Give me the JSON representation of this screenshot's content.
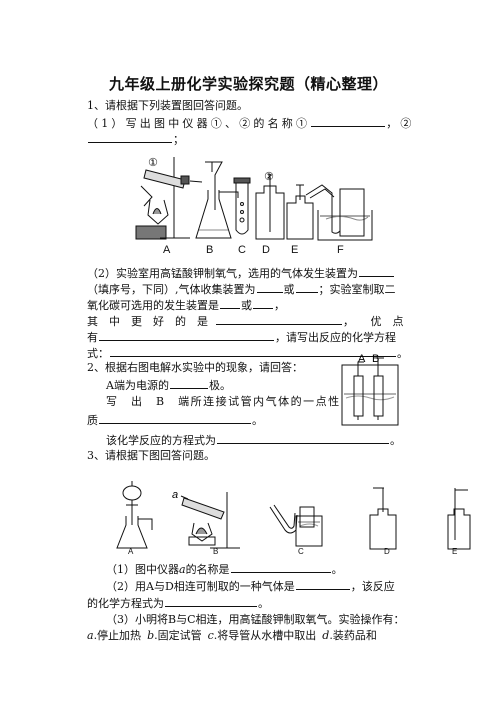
{
  "title": "九年级上册化学实验探究题（精心整理）",
  "q1": {
    "heading": "1、请根据下列装置图回答问题。",
    "p1_a": "（1）写出图中仪器①、②的名称①",
    "p1_b": "，②",
    "p1_c": "；",
    "fig_labels": [
      "A",
      "B",
      "C",
      "D",
      "E",
      "F"
    ],
    "marker1": "①",
    "marker2": "②",
    "p2_l1_a": "（2）实验室用高锰酸钾制氧气，选用的气体发生装置为",
    "p2_l2_a": "（填序号，下同）,气体收集装置为",
    "p2_l2_b": "或",
    "p2_l2_c": "；实验室制取二",
    "p2_l3_a": "氧化碳可选用的发生装置是",
    "p2_l3_b": "或",
    "p2_l3_c": "，",
    "p2_l4_a": "其　中　更　好　的　是",
    "p2_l4_b": "，　　优　点",
    "p2_l5_a": "有",
    "p2_l5_b": "，请写出反应的化学方程",
    "p2_l6_a": "式：",
    "p2_l6_b": "。"
  },
  "q2": {
    "heading": "2、根据右图电解水实验中的现象，请回答：",
    "l1_a": "A端为电源的",
    "l1_b": "极。",
    "l2": "写　出　B　端所连接试管内气体的一点性",
    "l3_a": "质",
    "l3_b": "。",
    "l4_a": "该化学反应的方程式为",
    "l4_b": "。",
    "fig_a": "A",
    "fig_b": "B"
  },
  "q3": {
    "heading": "3、请根据下图回答问题。",
    "fig_labels": [
      "A",
      "B",
      "C",
      "D",
      "E"
    ],
    "marker_a": "a",
    "l1_a": "（1）图中仪器",
    "l1_var": "a",
    "l1_b": "的名称是",
    "l1_c": "。",
    "l2_a": "（2）用A与D相连可制取的一种气体是",
    "l2_b": "，该反应",
    "l3_a": "的化学方程式为",
    "l3_b": "。",
    "l4": "（3）小明将B与C相连，用高锰酸钾制取氧气。实验操作有：",
    "l5_a": "a",
    "l5_b": ".停止加热",
    "l5_c": "b",
    "l5_d": ".固定试管",
    "l5_e": "c",
    "l5_f": ".将导管从水槽中取出",
    "l5_g": "d",
    "l5_h": ".装药品和"
  }
}
